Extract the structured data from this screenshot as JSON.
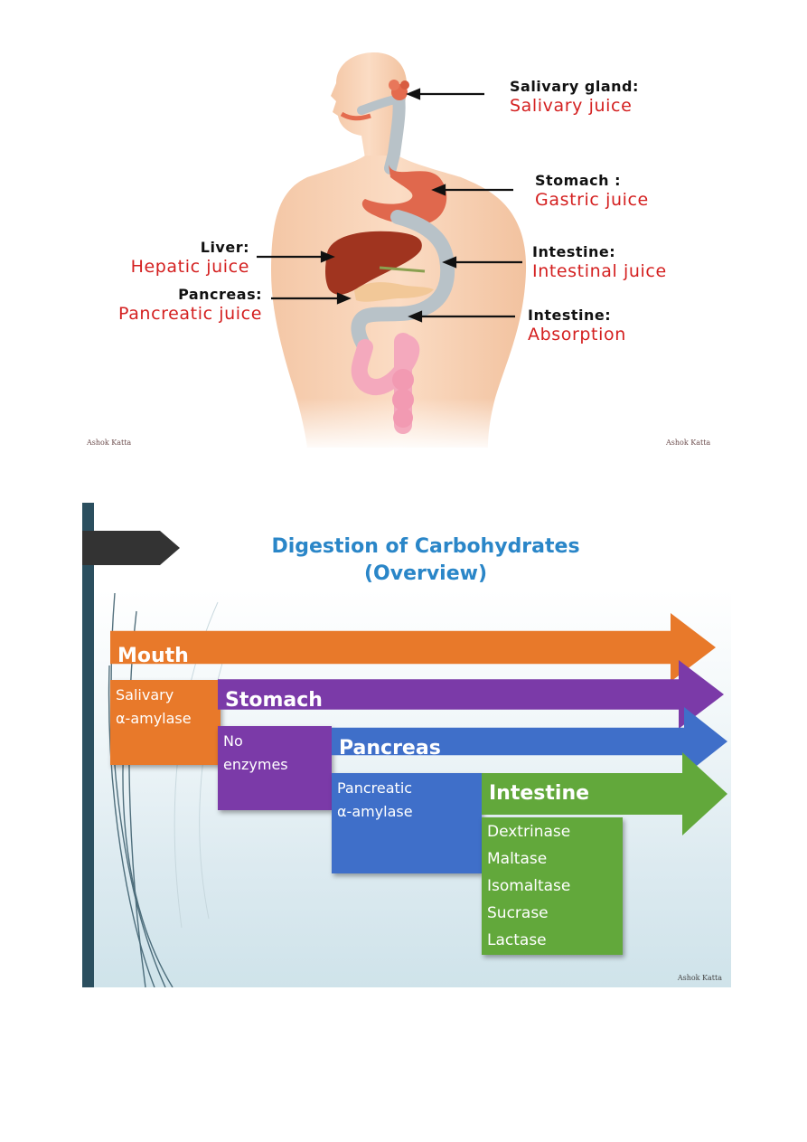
{
  "anatomy": {
    "labels": {
      "salivary": {
        "organ": "Salivary gland:",
        "juice": "Salivary juice"
      },
      "stomach": {
        "organ": "Stomach :",
        "juice": "Gastric juice"
      },
      "liver": {
        "organ": "Liver:",
        "juice": "Hepatic juice"
      },
      "intestine_1": {
        "organ": "Intestine:",
        "juice": "Intestinal juice"
      },
      "pancreas": {
        "organ": "Pancreas:",
        "juice": "Pancreatic juice"
      },
      "intestine_2": {
        "organ": "Intestine:",
        "juice": "Absorption"
      }
    },
    "credit_left": "Ashok Katta",
    "credit_right": "Ashok Katta"
  },
  "slide": {
    "title_line1": "Digestion of Carbohydrates",
    "title_line2": "(Overview)",
    "stages": {
      "mouth": {
        "name": "Mouth",
        "enzymes": [
          "Salivary",
          "α-amylase"
        ],
        "color": "#e8792a"
      },
      "stomach": {
        "name": "Stomach",
        "enzymes": [
          "No",
          "enzymes"
        ],
        "color": "#7b3aa8"
      },
      "pancreas": {
        "name": "Pancreas",
        "enzymes": [
          "Pancreatic",
          "α-amylase"
        ],
        "color": "#3f6fc9"
      },
      "intestine": {
        "name": "Intestine",
        "enzymes": [
          "Dextrinase",
          "Maltase",
          "Isomaltase",
          "Sucrase",
          "Lactase"
        ],
        "color": "#62a83b"
      }
    },
    "credit": "Ashok Katta"
  }
}
